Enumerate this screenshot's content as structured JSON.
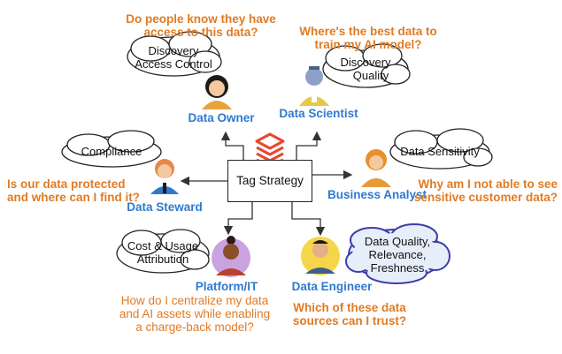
{
  "center": {
    "label": "Tag Strategy"
  },
  "personas": [
    {
      "id": "data-owner",
      "role": "Data Owner",
      "question_lines": [
        "Do people know they have",
        "access to this data?"
      ],
      "cloud_lines": [
        "Discovery",
        "Access Control"
      ]
    },
    {
      "id": "data-scientist",
      "role": "Data Scientist",
      "question_lines": [
        "Where's the best data to",
        "train my AI model?"
      ],
      "cloud_lines": [
        "Discovery",
        "Quality"
      ]
    },
    {
      "id": "data-steward",
      "role": "Data Steward",
      "question_lines": [
        "Is our data protected",
        "and where can I find it?"
      ],
      "cloud_lines": [
        "Compliance"
      ]
    },
    {
      "id": "business-analyst",
      "role": "Business Analyst",
      "question_lines": [
        "Why am I not able to see",
        "sensitive customer data?"
      ],
      "cloud_lines": [
        "Data Sensitivity"
      ]
    },
    {
      "id": "platform-it",
      "role": "Platform/IT",
      "question_lines": [
        "How do I centralize my data",
        "and AI assets while enabling",
        "a charge-back model?"
      ],
      "cloud_lines": [
        "Cost & Usage",
        "Attribution"
      ]
    },
    {
      "id": "data-engineer",
      "role": "Data Engineer",
      "question_lines": [
        "Which of these data",
        "sources can I trust?"
      ],
      "cloud_lines": [
        "Data Quality,",
        "Relevance,",
        "Freshness"
      ]
    }
  ],
  "colors": {
    "question": "#E07B24",
    "role": "#2F7AD0",
    "logo": "#E8472C",
    "engineer_cloud_fill": "#E6EEFA",
    "engineer_cloud_stroke": "#3D3DA8"
  }
}
